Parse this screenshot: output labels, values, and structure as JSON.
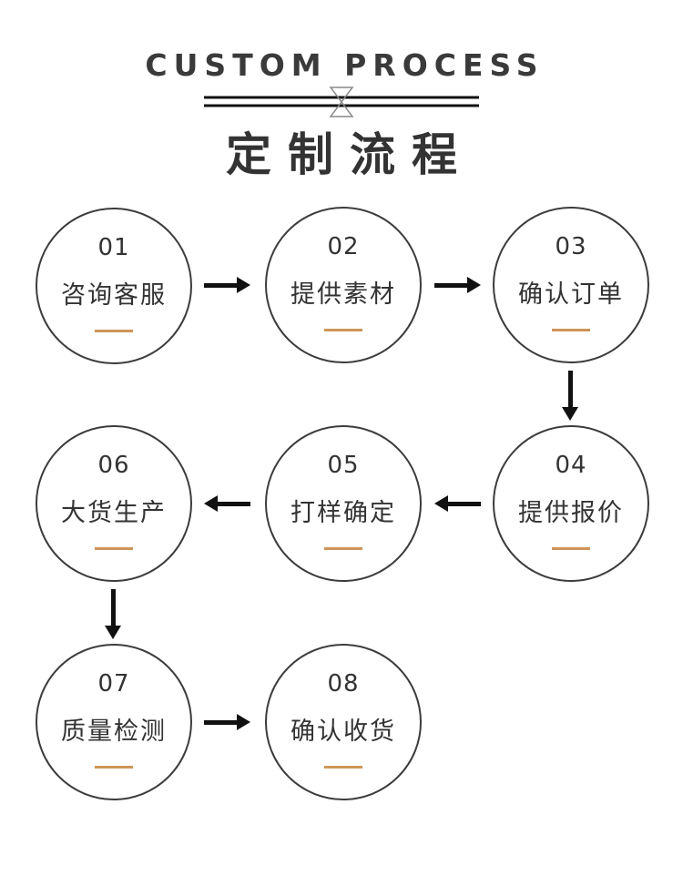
{
  "header": {
    "title": "CUSTOM PROCESS",
    "subtitle": "定制流程"
  },
  "steps": [
    {
      "number": "01",
      "label": "咨询客服"
    },
    {
      "number": "02",
      "label": "提供素材"
    },
    {
      "number": "03",
      "label": "确认订单"
    },
    {
      "number": "04",
      "label": "提供报价"
    },
    {
      "number": "05",
      "label": "打样确定"
    },
    {
      "number": "06",
      "label": "大货生产"
    },
    {
      "number": "07",
      "label": "质量检测"
    },
    {
      "number": "08",
      "label": "确认收货"
    }
  ],
  "flow": [
    {
      "from": "01",
      "to": "02",
      "direction": "right"
    },
    {
      "from": "02",
      "to": "03",
      "direction": "right"
    },
    {
      "from": "03",
      "to": "04",
      "direction": "down"
    },
    {
      "from": "04",
      "to": "05",
      "direction": "left"
    },
    {
      "from": "05",
      "to": "06",
      "direction": "left"
    },
    {
      "from": "06",
      "to": "07",
      "direction": "down"
    },
    {
      "from": "07",
      "to": "08",
      "direction": "right"
    }
  ],
  "colors": {
    "accent": "#CE9557",
    "ink": "#111111",
    "text": "#3A3A3A",
    "circle_border": "#3C3C3C",
    "divider_gray": "#8A8A8A",
    "background": "#FFFFFF"
  }
}
